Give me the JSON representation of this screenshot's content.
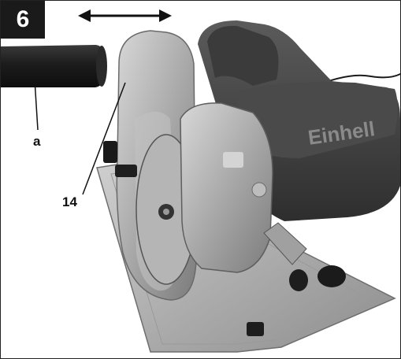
{
  "figure": {
    "number": "6",
    "brand_text": "Einhell",
    "callouts": {
      "a": "a",
      "part_14": "14"
    },
    "icons": {
      "movement_arrow": "double-arrow-icon"
    }
  }
}
